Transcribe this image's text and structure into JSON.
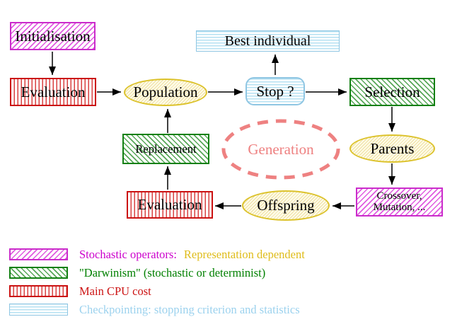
{
  "nodes": {
    "initialisation": {
      "label": "Initialisation"
    },
    "evaluation_top": {
      "label": "Evaluation"
    },
    "population": {
      "label": "Population"
    },
    "stop": {
      "label": "Stop ?"
    },
    "best_individual": {
      "label": "Best individual"
    },
    "selection": {
      "label": "Selection"
    },
    "parents": {
      "label": "Parents"
    },
    "crossover_mutation": {
      "line1": "Crossover,",
      "line2": "Mutation, ..."
    },
    "offspring": {
      "label": "Offspring"
    },
    "evaluation_bottom": {
      "label": "Evaluation"
    },
    "replacement": {
      "label": "Replacement"
    },
    "generation": {
      "label": "Generation"
    }
  },
  "legend": {
    "items": [
      {
        "text_primary": "Stochastic operators:",
        "text_secondary": "Representation dependent"
      },
      {
        "text_primary": "\"Darwinism\" (stochastic or determinist)"
      },
      {
        "text_primary": "Main CPU cost"
      },
      {
        "text_primary": "Checkpointing: stopping criterion and statistics"
      }
    ]
  },
  "colors": {
    "stochastic_magenta": "#cb2ccb",
    "darwinism_green": "#128012",
    "cpu_red": "#cb1212",
    "checkpoint_blue": "#8fc6e3",
    "data_yellow_border": "#dcc22b",
    "generation_salmon": "#ee8181",
    "representation_gold": "#dfbc1a",
    "arrow_black": "#000000"
  }
}
